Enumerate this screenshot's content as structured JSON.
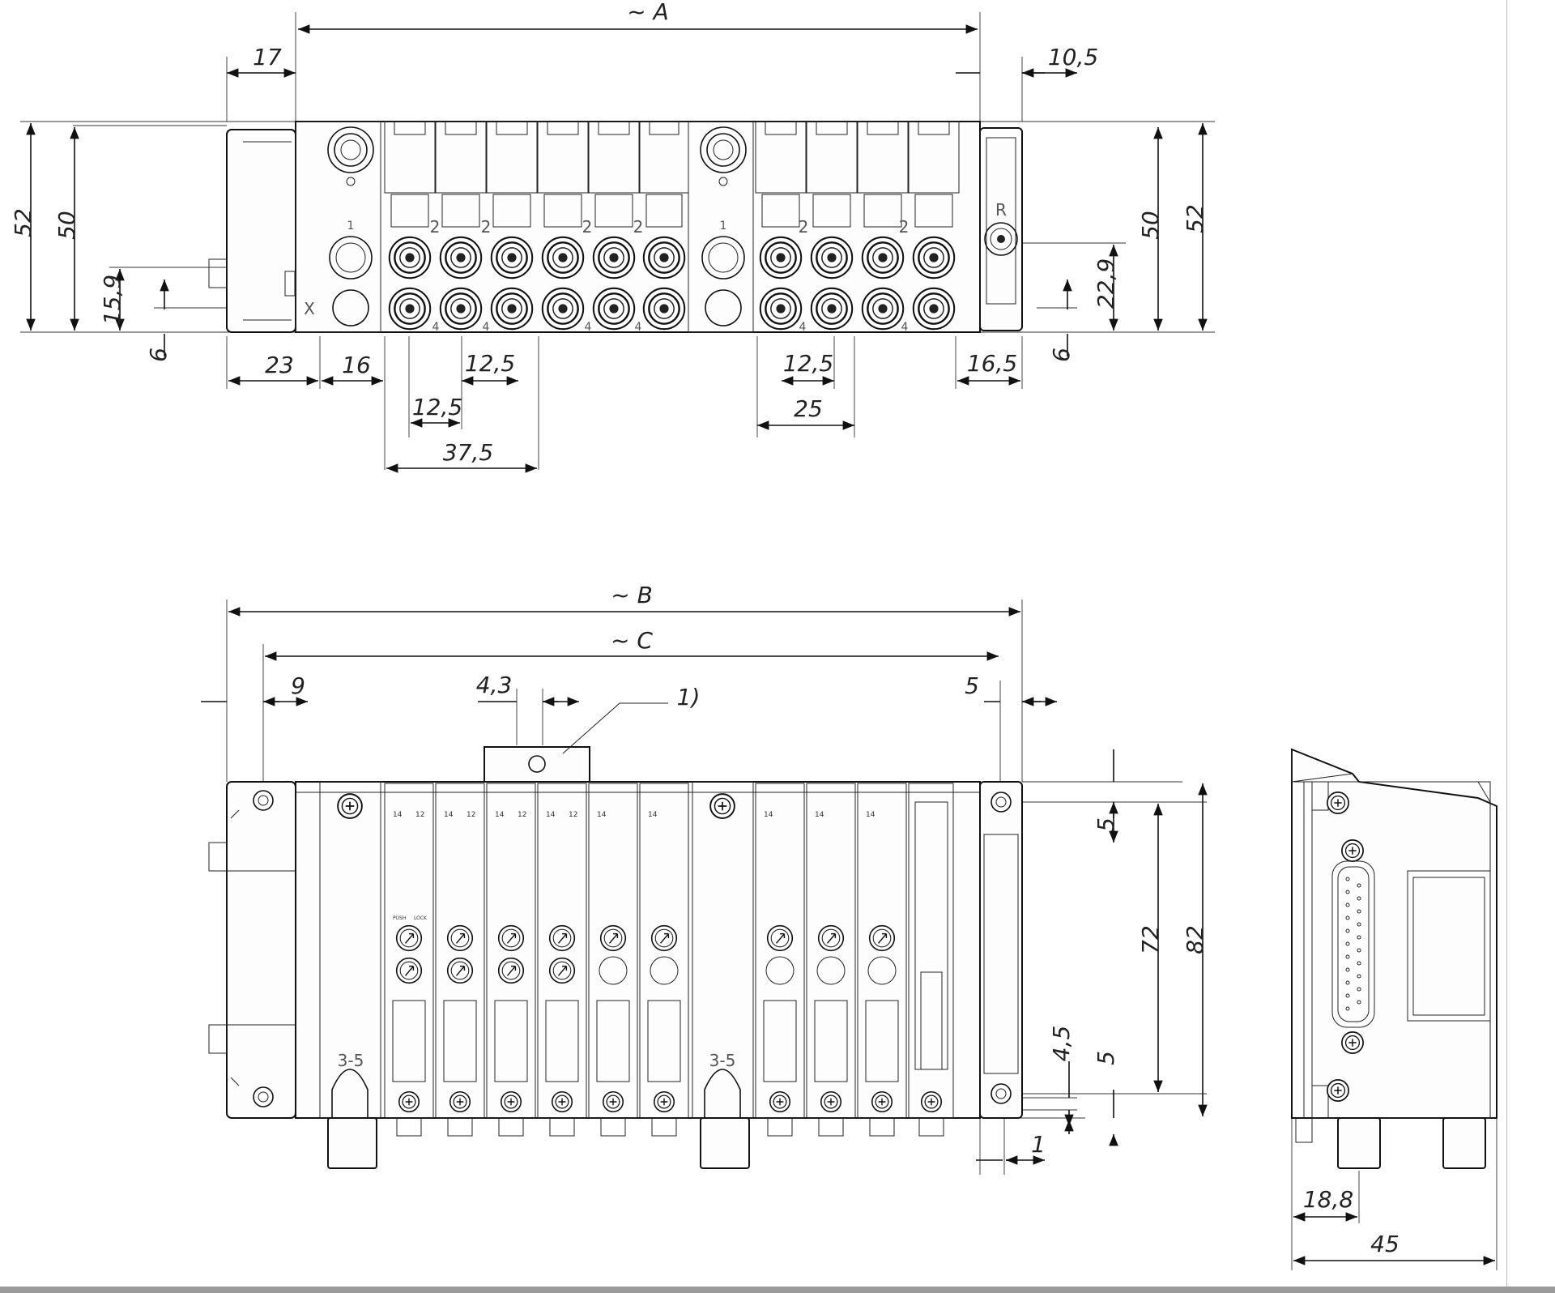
{
  "top_view": {
    "dims": {
      "a": "~ A",
      "d17": "17",
      "d10_5": "10,5",
      "d52_left": "52",
      "d50_left": "50",
      "d15_9": "15,9",
      "d6_left": "6",
      "d23": "23",
      "d16": "16",
      "d12_5_a": "12,5",
      "d12_5_b": "12,5",
      "d37_5": "37,5",
      "d12_5_c": "12,5",
      "d25": "25",
      "d16_5": "16,5",
      "d6_right": "6",
      "d22_9": "22,9",
      "d50_right": "50",
      "d52_right": "52"
    },
    "labels": {
      "x": "X",
      "r": "R",
      "port1": "1",
      "port2": "2",
      "port4": "4"
    }
  },
  "front_view": {
    "dims": {
      "b": "~ B",
      "c": "~ C",
      "d9": "9",
      "d4_3": "4,3",
      "note1": "1)",
      "d5_top": "5",
      "d5_right": "5",
      "d72": "72",
      "d82": "82",
      "d4_5": "4,5",
      "d5_low": "5",
      "d1": "1"
    },
    "labels": {
      "port35": "3‑5",
      "coil14": "14",
      "coil12": "12",
      "tag_a": "PUSH",
      "tag_b": "LOCK"
    }
  },
  "side_view": {
    "dims": {
      "d18_8": "18,8",
      "d45": "45"
    }
  }
}
